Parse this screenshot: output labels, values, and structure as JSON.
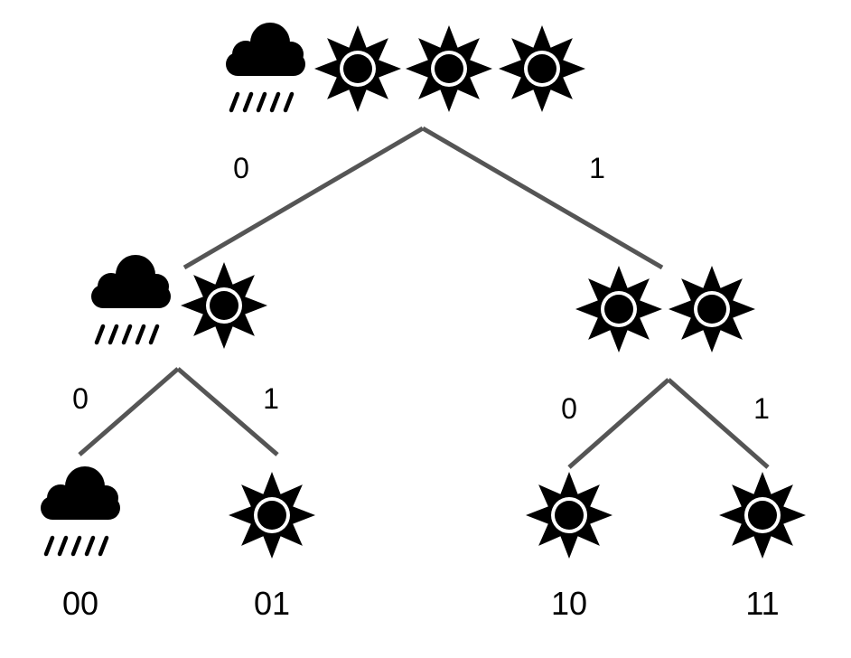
{
  "colors": {
    "edge": "#555555",
    "icon": "#000000",
    "background": "#ffffff"
  },
  "tree": {
    "root": {
      "icons": [
        "cloud-rain-icon",
        "sun-icon",
        "sun-icon",
        "sun-icon"
      ]
    },
    "left": {
      "icons": [
        "cloud-rain-icon",
        "sun-icon"
      ]
    },
    "right": {
      "icons": [
        "sun-icon",
        "sun-icon"
      ]
    },
    "leaves": [
      {
        "icon": "cloud-rain-icon",
        "code": "00"
      },
      {
        "icon": "sun-icon",
        "code": "01"
      },
      {
        "icon": "sun-icon",
        "code": "10"
      },
      {
        "icon": "sun-icon",
        "code": "11"
      }
    ]
  },
  "edge_labels": {
    "root_left": "0",
    "root_right": "1",
    "left_left": "0",
    "left_right": "1",
    "right_left": "0",
    "right_right": "1"
  }
}
